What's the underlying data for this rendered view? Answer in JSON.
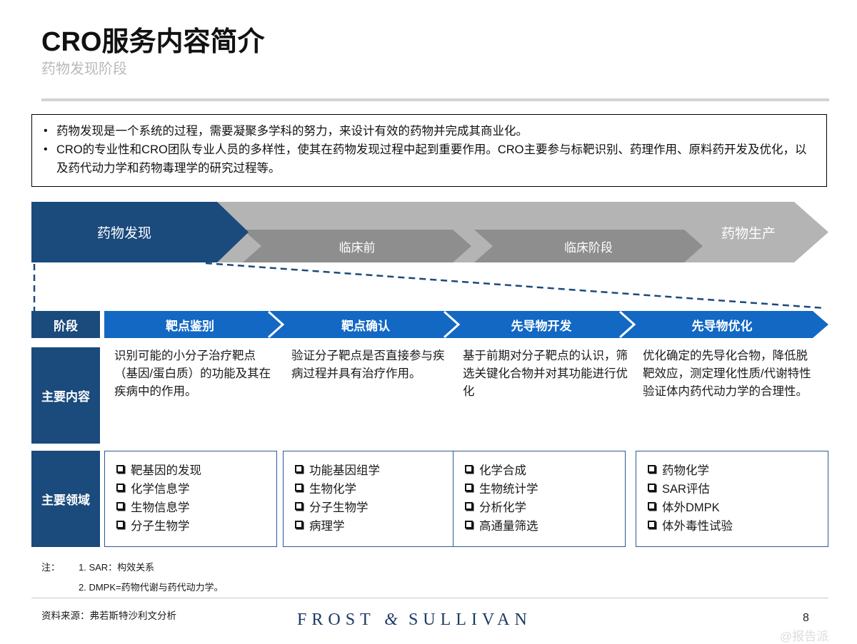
{
  "header": {
    "title": "CRO服务内容简介",
    "subtitle": "药物发现阶段"
  },
  "intro": {
    "bullet_marker": "•",
    "bullets": [
      "药物发现是一个系统的过程，需要凝聚多学科的努力，来设计有效的药物并完成其商业化。",
      "CRO的专业性和CRO团队专业人员的多样性，使其在药物发现过程中起到重要作用。CRO主要参与标靶识别、药理作用、原料药开发及优化，以及药代动力学和药物毒理学的研究过程等。"
    ]
  },
  "pipeline": {
    "active_stage": "药物发现",
    "final_stage": "药物生产",
    "middle_stages": [
      "临床前",
      "临床阶段"
    ],
    "colors": {
      "active": "#1b4a7c",
      "track": "#b4b4b4",
      "middle": "#8e8e8e"
    }
  },
  "table": {
    "row_labels": {
      "stage": "阶段",
      "content": "主要内容",
      "domain": "主要领域"
    },
    "stages": [
      "靶点鉴别",
      "靶点确认",
      "先导物开发",
      "先导物优化"
    ],
    "contents": [
      "识别可能的小分子治疗靶点（基因/蛋白质）的功能及其在疾病中的作用。",
      "验证分子靶点是否直接参与疾病过程并具有治疗作用。",
      "基于前期对分子靶点的认识，筛选关键化合物并对其功能进行优化",
      "优化确定的先导化合物，降低脱靶效应，测定理化性质/代谢特性验证体内药代动力学的合理性。"
    ],
    "domains": [
      [
        "靶基因的发现",
        "化学信息学",
        "生物信息学",
        "分子生物学"
      ],
      [
        "功能基因组学",
        "生物化学",
        "分子生物学",
        "病理学"
      ],
      [
        "化学合成",
        "生物统计学",
        "分析化学",
        "高通量筛选"
      ],
      [
        "药物化学",
        "SAR评估",
        "体外DMPK",
        "体外毒性试验"
      ]
    ],
    "accent_dark": "#1b4a7c",
    "accent_blue": "#1268c3"
  },
  "notes": {
    "label": "注：",
    "items": [
      "1. SAR：构效关系",
      "2. DMPK=药物代谢与药代动力学。"
    ],
    "source": "资料来源：弗若斯特沙利文分析"
  },
  "footer": {
    "logo_left": "FROST",
    "logo_amp": "&",
    "logo_right": "SULLIVAN",
    "page_number": "8",
    "watermark": "@报告派"
  }
}
